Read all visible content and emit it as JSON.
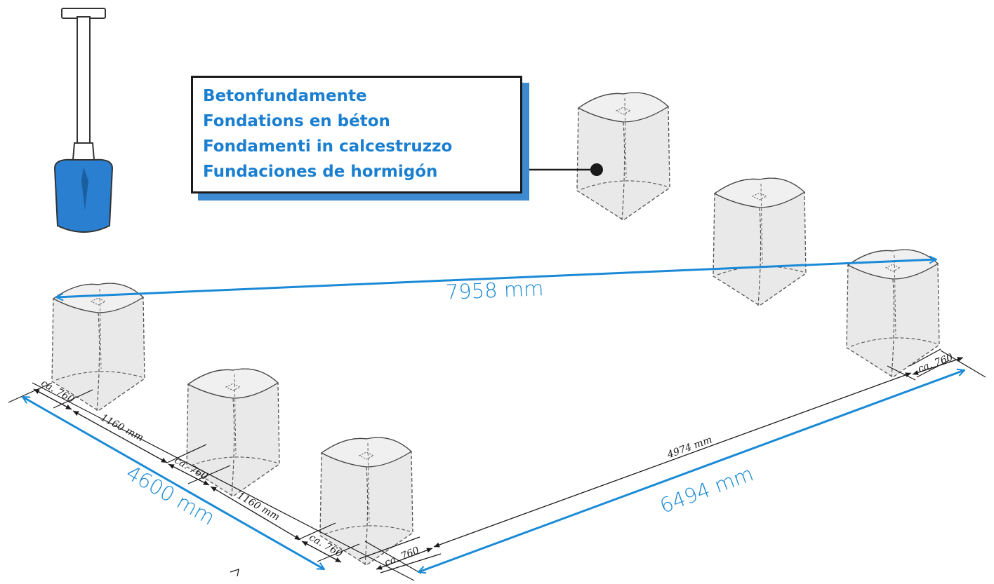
{
  "legend": {
    "lines": [
      "Betonfundamente",
      "Fondations en béton",
      "Fondamenti in calcestruzzo",
      "Fundaciones de hormigón"
    ]
  },
  "dimensions": {
    "diagonal": "7958 mm",
    "left_side": "4600 mm",
    "right_side": "6494 mm",
    "gap_1": "1160 mm",
    "gap_2": "1160 mm",
    "long_gap": "4974 mm",
    "ca_1": "ca. 760",
    "ca_2": "ca. 760",
    "ca_3": "ca. 760",
    "ca_4": "ca. 760",
    "ca_5": "ca. 760"
  },
  "colors": {
    "accent_blue": "#1a8ad6",
    "shovel_blue": "#2a7fd0",
    "block_fill": "#e9e9ea"
  },
  "icons": [
    "shovel-icon"
  ]
}
